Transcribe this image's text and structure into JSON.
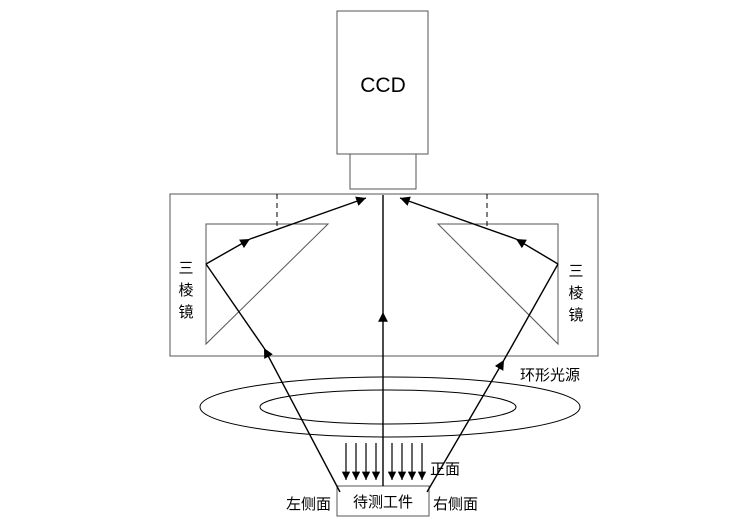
{
  "labels": {
    "camera": "CCD",
    "prism_left": [
      "三",
      "棱",
      "镜"
    ],
    "prism_right": [
      "三",
      "棱",
      "镜"
    ],
    "ring_light": "环形光源",
    "front_face": "正面",
    "workpiece": "待测工件",
    "left_side": "左侧面",
    "right_side": "右侧面"
  },
  "colors": {
    "line": "#000000",
    "frame": "#555555",
    "background": "#ffffff"
  }
}
